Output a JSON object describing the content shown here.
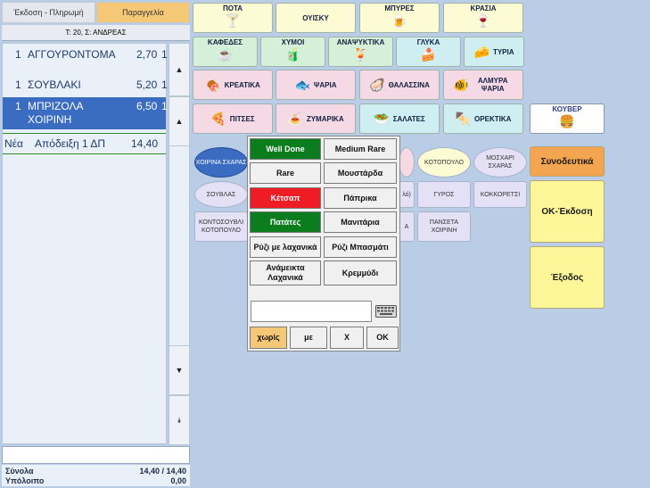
{
  "tabs": {
    "payment": "Έκδοση - Πληρωμή",
    "order": "Παραγγελία"
  },
  "table_title": "Τ: 20, Σ: ΑΝΔΡΕΑΣ",
  "order_items": [
    {
      "qty": "1",
      "name": "ΑΓΓΟΥΡΟΝΤΟΜΑ",
      "price": "2,70",
      "extra": "1"
    },
    {
      "qty": "1",
      "name": "ΣΟΥΒΛΑΚΙ",
      "price": "5,20",
      "extra": "1"
    },
    {
      "qty": "1",
      "name": "ΜΠΡΙΖΟΛΑ",
      "name2": "ΧΟΙΡΙΝΗ",
      "price": "6,50",
      "extra": "1"
    }
  ],
  "new_receipt": {
    "label": "Νέα",
    "desc": "Απόδειξη 1 ΔΠ",
    "amount": "14,40"
  },
  "scroll": {
    "top": "▲",
    "up": "▲",
    "down": "▼",
    "bottom": "⯯"
  },
  "totals": {
    "sum_label": "Σύνολα",
    "sum_value": "14,40 / 14,40",
    "rest_label": "Υπόλοιπο",
    "rest_value": "0,00"
  },
  "categories": {
    "pota": "ΠΟΤΑ",
    "ouisky": "ΟΥΙΣΚΥ",
    "mpyres": "ΜΠΥΡΕΣ",
    "krasia": "ΚΡΑΣΙΑ",
    "kafedes": "ΚΑΦΕΔΕΣ",
    "xymoi": "ΧΥΜΟΙ",
    "anapsyktika": "ΑΝΑΨΥΚΤΙΚΑ",
    "glyka": "ΓΛΥΚΑ",
    "tyria": "ΤΥΡΙΑ",
    "kreatika": "ΚΡΕΑΤΙΚΑ",
    "psaria": "ΨΑΡΙΑ",
    "thalassina": "ΘΑΛΑΣΣΙΝΑ",
    "almyra": "ΑΛΜΥΡΑ ΨΑΡΙΑ",
    "pitses": "ΠΙΤΣΕΣ",
    "zymarika": "ΖΥΜΑΡΙΚΑ",
    "salates": "ΣΑΛΑΤΕΣ",
    "orektika": "ΟΡΕΚΤΙΚΑ",
    "kouver": "ΚΟΥΒΕΡ"
  },
  "products": {
    "xoirina": "ΧΟΙΡΙΝΑ ΣΧΑΡΑΣ",
    "kotopoulo": "ΚΟΤΟΠΟΥΛΟ",
    "mosxari": "ΜΟΣΧΑΡΙ ΣΧΑΡΑΣ",
    "souvlas": "ΣΟΥΒΛΑΣ",
    "gyros": "ΓΥΡΟΣ",
    "kokkoretsi": "ΚΟΚΚΟΡΕΤΣΙ",
    "kontosouvli": "ΚΟΝΤΟΣΟΥΒΛΙ ΚΟΤΟΠΟΥΛΟ",
    "panseta": "ΠΑΝΣΕΤΑ ΧΟΙΡΙΝΗ",
    "partial1": "λό)",
    "partial2": "Α"
  },
  "modifiers": {
    "well_done": "Well Done",
    "medium_rare": "Medium Rare",
    "rare": "Rare",
    "moustarda": "Μουστάρδα",
    "ketsap": "Κέτσαπ",
    "paprika": "Πάπρικα",
    "patates": "Πατάτες",
    "manitaria": "Μανιτάρια",
    "ryzi_laxanika": "Ρύζι με λαχανικά",
    "ryzi_mpasmati": "Ρύζι Μπασμάτι",
    "anameikta": "Ανάμεικτα Λαχανικά",
    "kremmydi": "Κρεμμύδι"
  },
  "popup_input": {
    "value": ""
  },
  "popup_actions": {
    "xoris": "χωρίς",
    "me": "με",
    "x": "X",
    "ok": "OK"
  },
  "side_buttons": {
    "synodeftika": "Συνοδευτικά",
    "ok_ekdosi": "ΟΚ-Έκδοση",
    "exodos": "Έξοδος"
  },
  "colors": {
    "selected_row": "#3a6cc1",
    "green": "#0b7d1e",
    "red": "#ee1c24",
    "orange": "#f4a550",
    "yellow": "#fef799",
    "tab_active": "#f5c878"
  }
}
